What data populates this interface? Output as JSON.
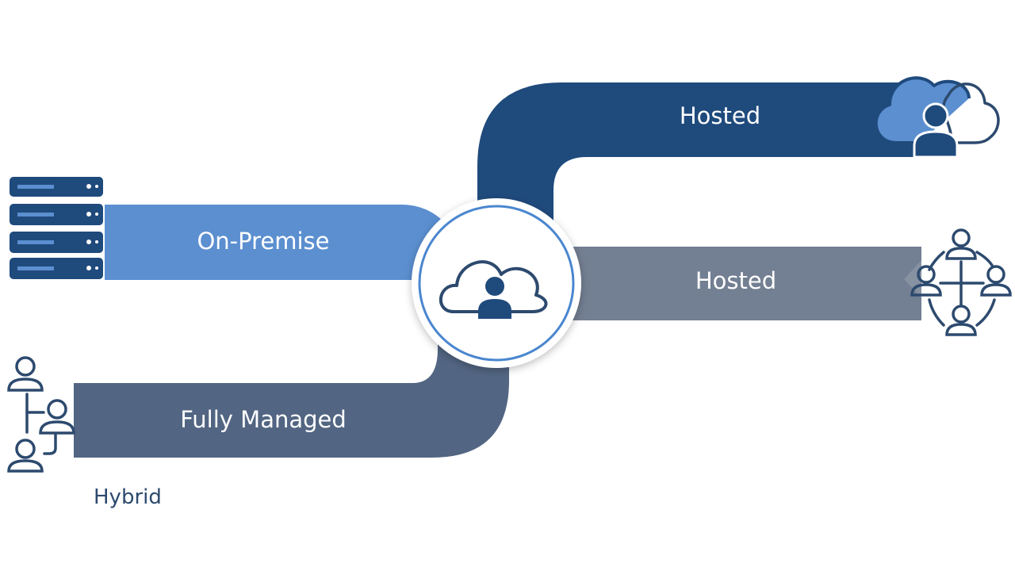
{
  "labels": {
    "hosted_top": "Hosted",
    "on_premise": "On-Premise",
    "hosted_middle": "Hosted",
    "fully_managed": "Fully Managed",
    "hybrid": "Hybrid"
  },
  "colors": {
    "navy": "#1f4a7c",
    "light_blue": "#5b8fd0",
    "slate": "#737f92",
    "dark_slate": "#526582",
    "hub_ring": "#4a86cf",
    "icon_stroke": "#2d4a6e"
  },
  "icons": {
    "hub": "cloud-user-icon",
    "top_right": "cloud-user-icon",
    "server": "server-rack-icon",
    "right_network": "user-network-icon",
    "left_network": "user-network-icon"
  }
}
